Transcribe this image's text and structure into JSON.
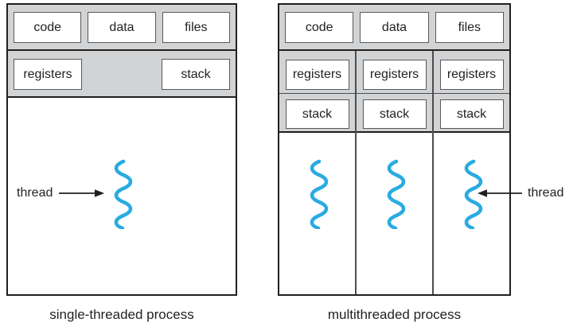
{
  "colors": {
    "gray_fill": "#d2d3d5",
    "dark_line": "#231f20",
    "divider": "#4d4d4f",
    "box_border": "#58595b",
    "thread_blue": "#29abe2",
    "text": "#231f20"
  },
  "left_process": {
    "sections_row1": [
      "code",
      "data",
      "files"
    ],
    "sections_row2": [
      "registers",
      "stack"
    ],
    "thread_label": "thread",
    "caption": "single-threaded process"
  },
  "right_process": {
    "sections_row1": [
      "code",
      "data",
      "files"
    ],
    "columns": [
      {
        "registers": "registers",
        "stack": "stack"
      },
      {
        "registers": "registers",
        "stack": "stack"
      },
      {
        "registers": "registers",
        "stack": "stack"
      }
    ],
    "thread_label": "thread",
    "caption": "multithreaded process"
  }
}
